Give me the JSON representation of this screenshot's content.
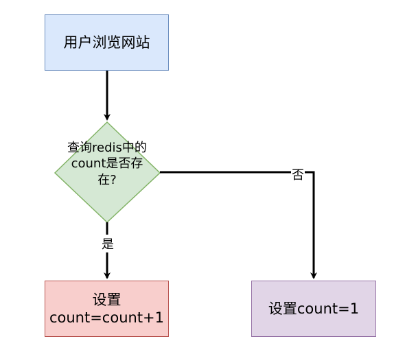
{
  "nodes": {
    "start": "用户浏览网站",
    "decision": [
      "查询redis中的",
      "count是否存",
      "在?"
    ],
    "yes_action": [
      "设置",
      "count=count+1"
    ],
    "no_action": "设置count=1"
  },
  "edges": {
    "yes_label": "是",
    "no_label": "否"
  },
  "colors": {
    "start_fill": "#dae8fc",
    "start_stroke": "#6c8ebf",
    "decision_fill": "#d5e8d4",
    "decision_stroke": "#82b366",
    "yes_fill": "#f8cecc",
    "yes_stroke": "#b85450",
    "no_fill": "#e1d5e7",
    "no_stroke": "#9673a6"
  }
}
